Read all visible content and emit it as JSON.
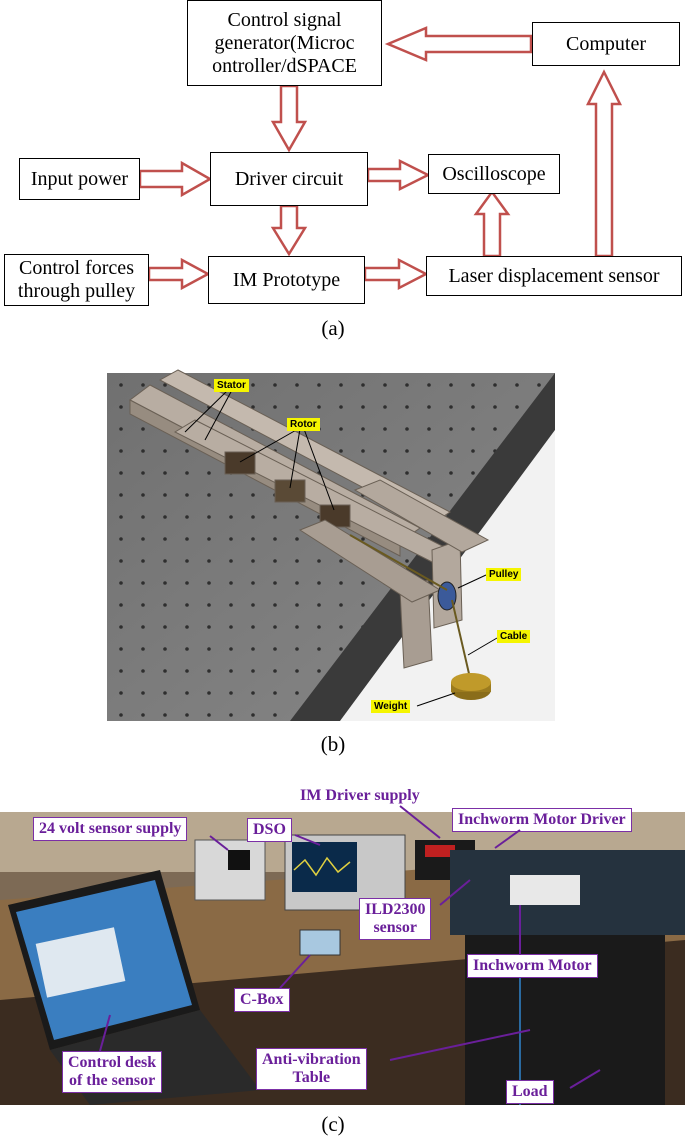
{
  "panel_a": {
    "caption": "(a)",
    "nodes": {
      "control_signal": "Control signal\ngenerator(Microc\nontroller/dSPACE",
      "computer": "Computer",
      "input_power": "Input power",
      "driver_circuit": "Driver circuit",
      "oscilloscope": "Oscilloscope",
      "control_forces": "Control forces\nthrough pulley",
      "im_prototype": "IM Prototype",
      "laser_sensor": "Laser displacement sensor"
    },
    "arrow_color": "#c0504d"
  },
  "panel_b": {
    "caption": "(b)",
    "labels": {
      "stator": "Stator",
      "rotor": "Rotor",
      "pulley": "Pulley",
      "cable": "Cable",
      "weight": "Weight"
    }
  },
  "panel_c": {
    "caption": "(c)",
    "labels": {
      "sensor_supply": "24 volt sensor supply",
      "dso": "DSO",
      "im_driver_supply": "IM Driver supply",
      "inchworm_driver": "Inchworm Motor Driver",
      "ild_sensor": "ILD2300\nsensor",
      "inchworm_motor": "Inchworm Motor",
      "cbox": "C-Box",
      "control_desk": "Control desk\nof the sensor",
      "anti_vibration": "Anti-vibration\nTable",
      "load": "Load"
    },
    "label_color": "#6a1f9a"
  }
}
